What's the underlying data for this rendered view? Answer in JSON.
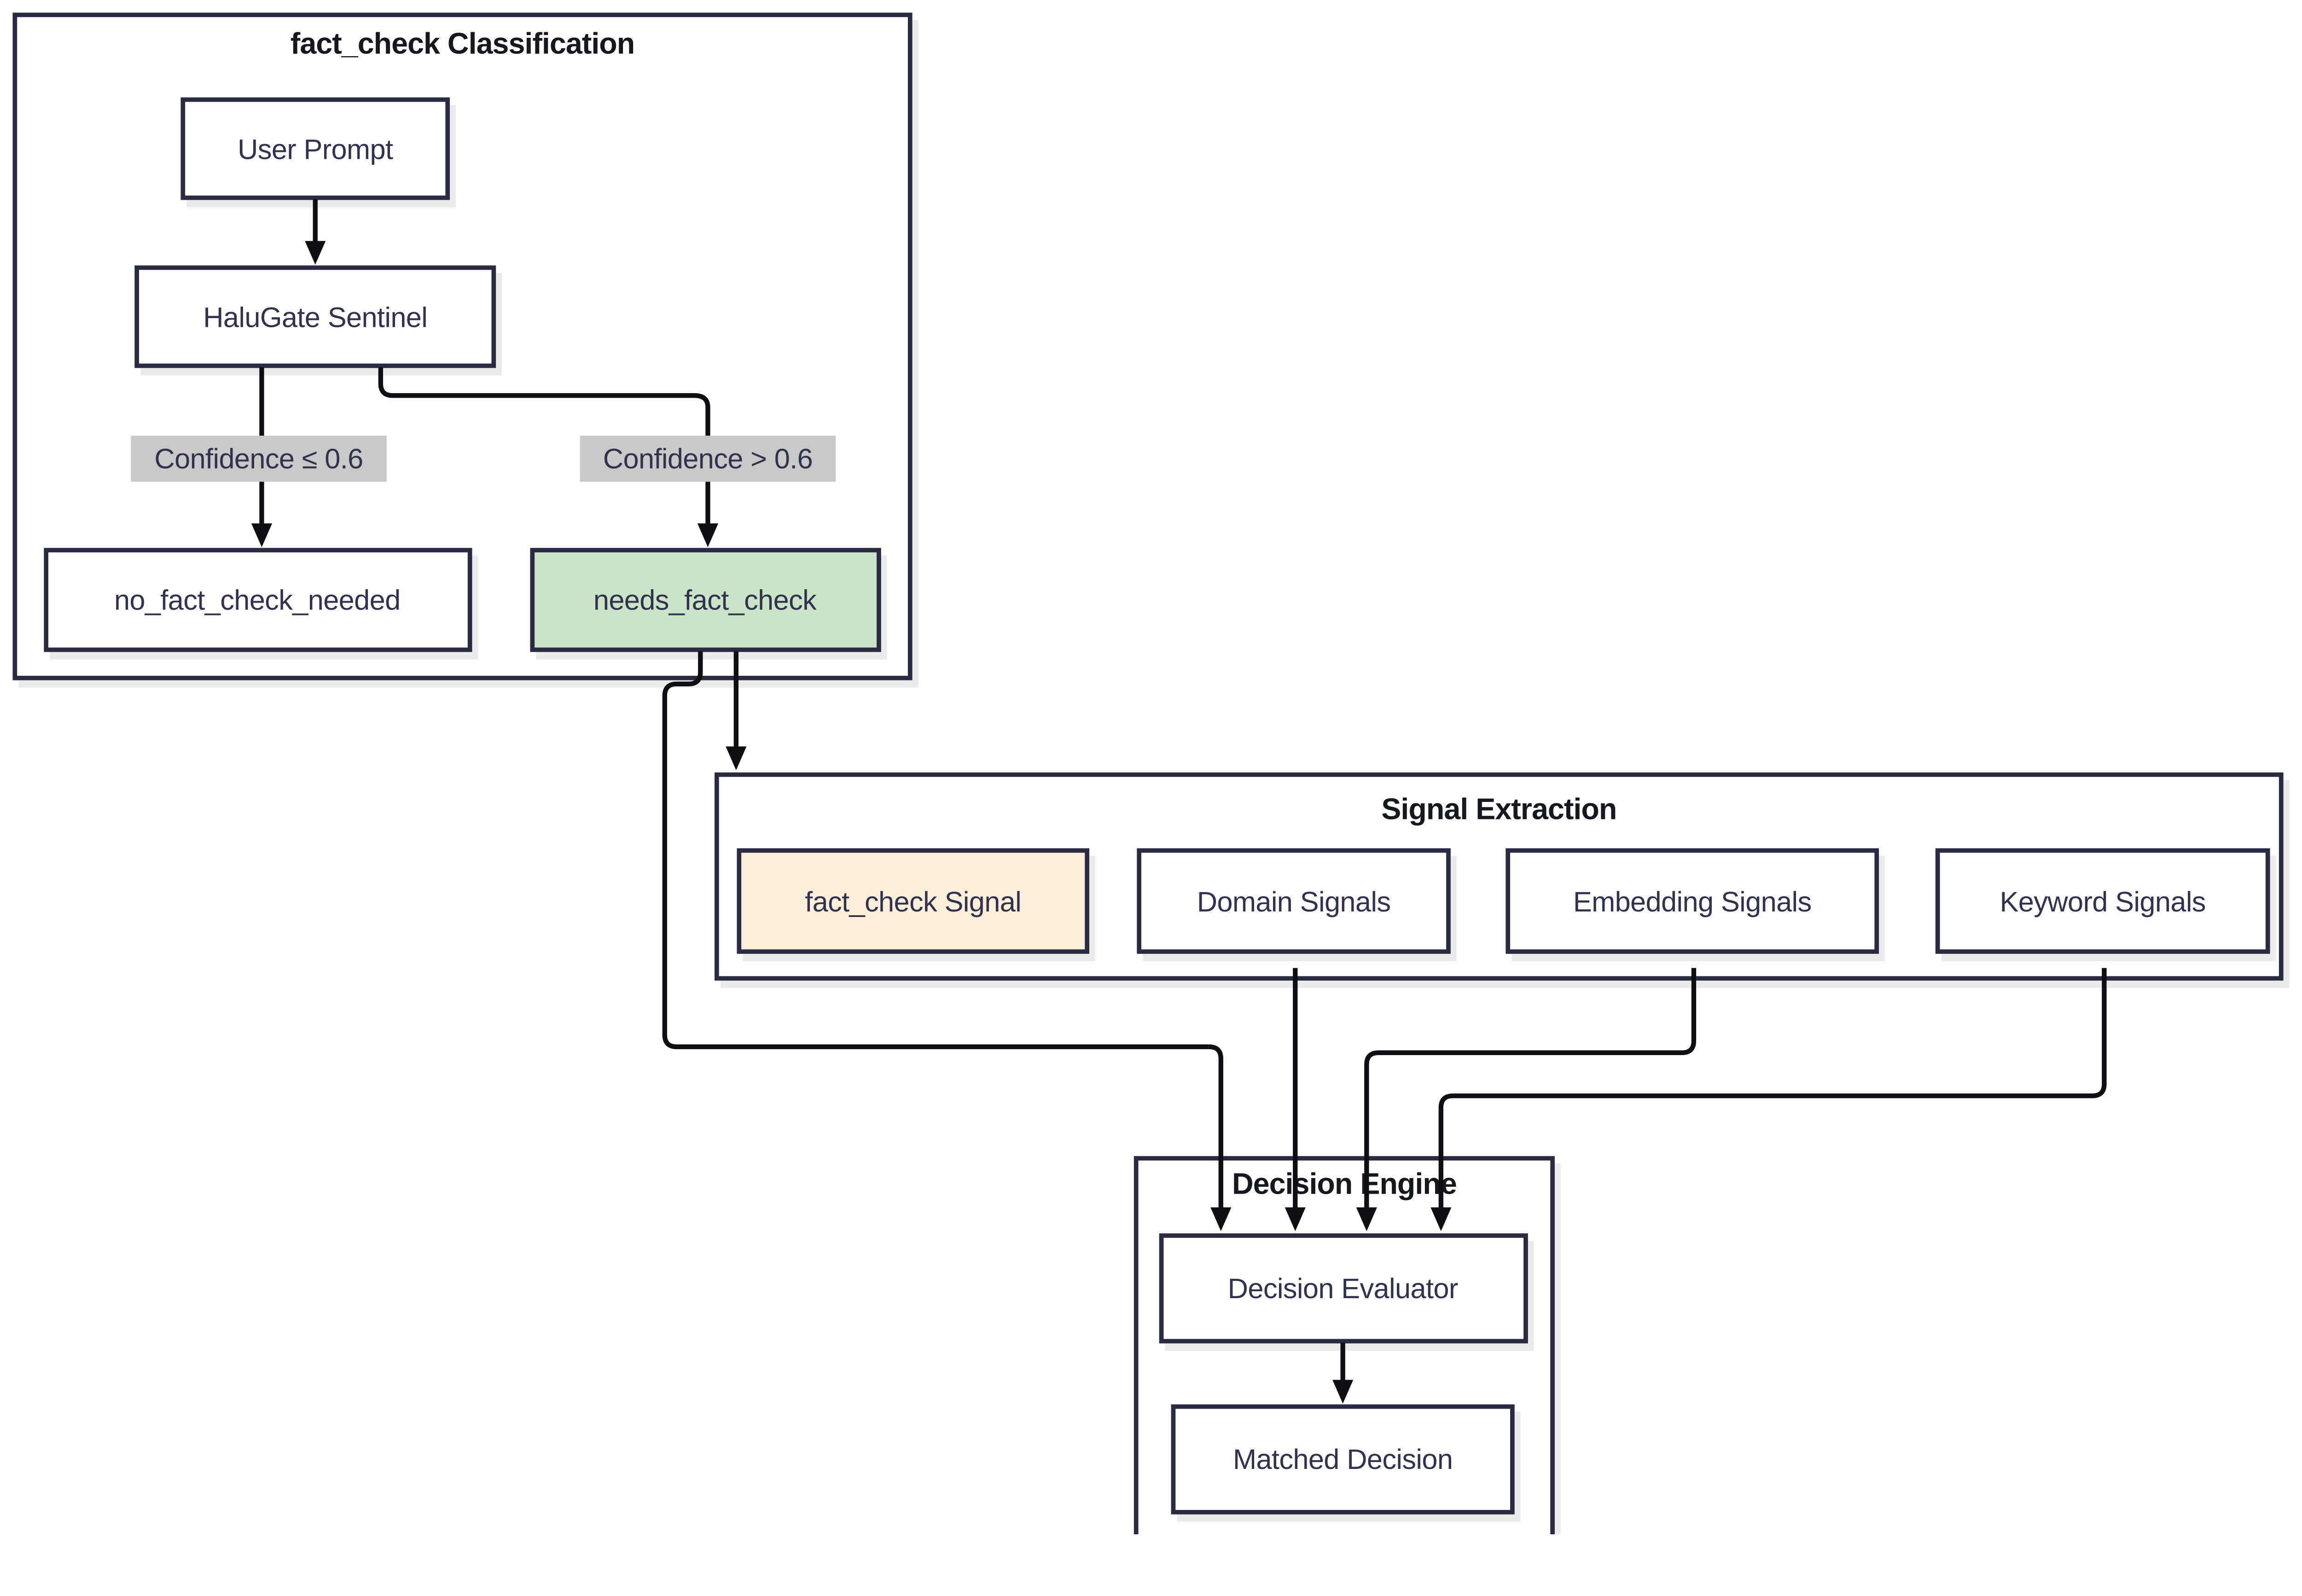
{
  "diagram": {
    "type": "flowchart",
    "subgraphs": {
      "classification": {
        "title": "fact_check Classification"
      },
      "signal_extraction": {
        "title": "Signal Extraction"
      },
      "decision_engine": {
        "title": "Decision Engine"
      }
    },
    "nodes": {
      "user_prompt": {
        "label": "User Prompt"
      },
      "halugate_sentinel": {
        "label": "HaluGate Sentinel"
      },
      "no_fact_check_needed": {
        "label": "no_fact_check_needed"
      },
      "needs_fact_check": {
        "label": "needs_fact_check",
        "fill": "#c9e4c6"
      },
      "fact_check_signal": {
        "label": "fact_check Signal",
        "fill": "#fdeeda"
      },
      "domain_signals": {
        "label": "Domain Signals"
      },
      "embedding_signals": {
        "label": "Embedding Signals"
      },
      "keyword_signals": {
        "label": "Keyword Signals"
      },
      "decision_evaluator": {
        "label": "Decision Evaluator"
      },
      "matched_decision": {
        "label": "Matched Decision"
      }
    },
    "edges": {
      "low_confidence_label": "Confidence ≤ 0.6",
      "high_confidence_label": "Confidence > 0.6"
    },
    "colors": {
      "background": "#ffffff",
      "node_fill": "#ffffff",
      "node_border": "#2a2a42",
      "node_text": "#32324e",
      "title_text": "#17171f",
      "edge_line": "#0e0e13",
      "edge_label_bg": "#c9c9c9",
      "highlight_green": "#c9e4c6",
      "highlight_peach": "#fdeeda",
      "shadow": "#ebebeb"
    }
  }
}
